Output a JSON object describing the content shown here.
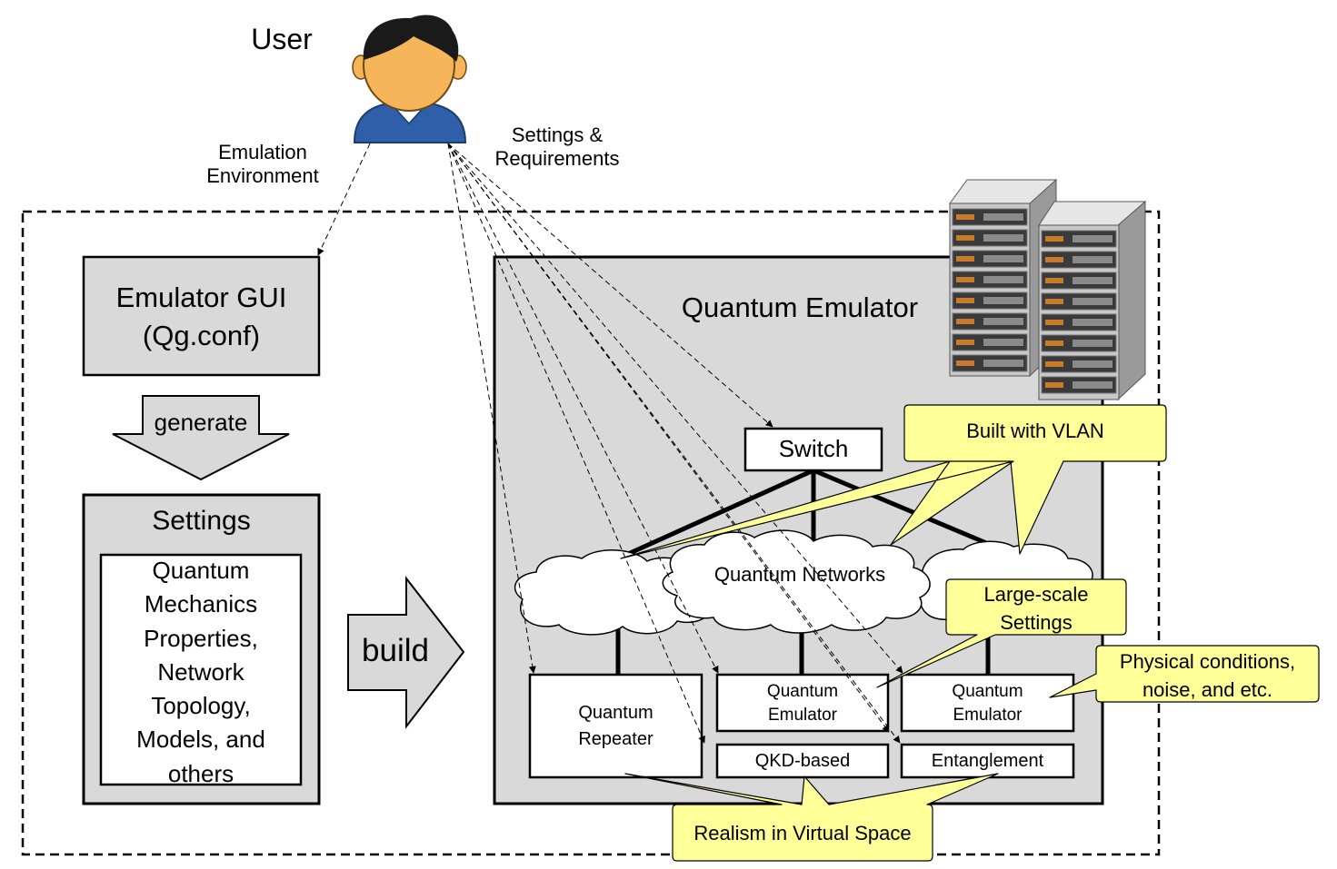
{
  "user": {
    "label": "User",
    "icon": "user-avatar-icon"
  },
  "edges": {
    "emulation_environment": [
      "Emulation",
      "Environment"
    ],
    "settings_requirements": [
      "Settings &",
      "Requirements"
    ]
  },
  "left_panel": {
    "gui_box": [
      "Emulator GUI",
      "(Qg.conf)"
    ],
    "generate_arrow": "generate",
    "settings_title": "Settings",
    "settings_items": [
      "Quantum",
      "Mechanics",
      "Properties,",
      "Network",
      "Topology,",
      "Models, and",
      "others"
    ],
    "build_arrow": "build"
  },
  "emulator_panel": {
    "title": "Quantum Emulator",
    "switch": "Switch",
    "networks": "Quantum Networks",
    "repeater": [
      "Quantum",
      "Repeater"
    ],
    "emulator_1": [
      "Quantum",
      "Emulator"
    ],
    "emulator_2": [
      "Quantum",
      "Emulator"
    ],
    "qkd": "QKD-based",
    "entanglement": "Entanglement",
    "server_icon": "server-rack-icon"
  },
  "callouts": {
    "vlan": "Built with VLAN",
    "large_scale": [
      "Large-scale",
      "Settings"
    ],
    "physical": [
      "Physical conditions,",
      "noise, and etc."
    ],
    "realism": "Realism in Virtual Space"
  },
  "colors": {
    "panel_fill": "#d9d9d9",
    "callout_fill": "#ffff99",
    "shirt": "#2e5fa8",
    "hair": "#1a1a1a",
    "skin": "#f7b55a"
  }
}
